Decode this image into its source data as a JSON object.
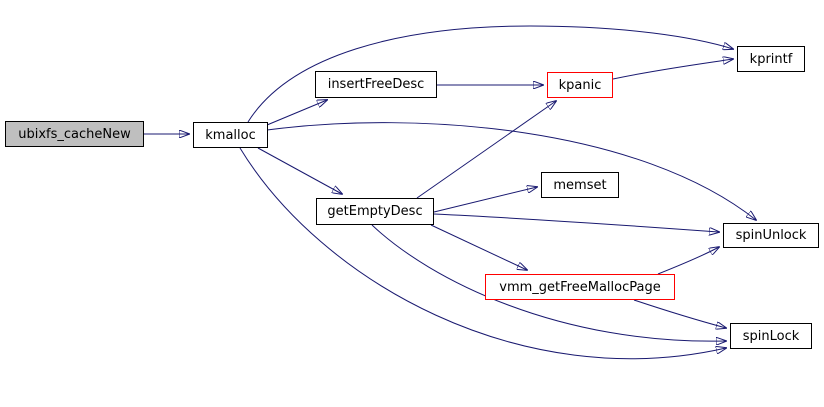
{
  "diagram": {
    "type": "call-graph",
    "colors": {
      "background": "#ffffff",
      "edge": "#191970",
      "node_border": "#000000",
      "highlight_border": "#ff0000",
      "focus_node_fill": "#bfbfbf",
      "text": "#000000"
    },
    "nodes": [
      {
        "id": "ubixfs_cacheNew",
        "label": "ubixfs_cacheNew",
        "style": "focus"
      },
      {
        "id": "kmalloc",
        "label": "kmalloc",
        "style": "normal"
      },
      {
        "id": "insertFreeDesc",
        "label": "insertFreeDesc",
        "style": "normal"
      },
      {
        "id": "kpanic",
        "label": "kpanic",
        "style": "highlight"
      },
      {
        "id": "kprintf",
        "label": "kprintf",
        "style": "normal"
      },
      {
        "id": "getEmptyDesc",
        "label": "getEmptyDesc",
        "style": "normal"
      },
      {
        "id": "memset",
        "label": "memset",
        "style": "normal"
      },
      {
        "id": "spinUnlock",
        "label": "spinUnlock",
        "style": "normal"
      },
      {
        "id": "vmm_getFreeMallocPage",
        "label": "vmm_getFreeMallocPage",
        "style": "highlight"
      },
      {
        "id": "spinLock",
        "label": "spinLock",
        "style": "normal"
      }
    ],
    "edges": [
      {
        "from": "ubixfs_cacheNew",
        "to": "kmalloc"
      },
      {
        "from": "kmalloc",
        "to": "kprintf"
      },
      {
        "from": "kmalloc",
        "to": "insertFreeDesc"
      },
      {
        "from": "kmalloc",
        "to": "spinUnlock"
      },
      {
        "from": "kmalloc",
        "to": "getEmptyDesc"
      },
      {
        "from": "kmalloc",
        "to": "spinLock"
      },
      {
        "from": "insertFreeDesc",
        "to": "kpanic"
      },
      {
        "from": "kpanic",
        "to": "kprintf"
      },
      {
        "from": "getEmptyDesc",
        "to": "kpanic"
      },
      {
        "from": "getEmptyDesc",
        "to": "memset"
      },
      {
        "from": "getEmptyDesc",
        "to": "spinUnlock"
      },
      {
        "from": "getEmptyDesc",
        "to": "vmm_getFreeMallocPage"
      },
      {
        "from": "getEmptyDesc",
        "to": "spinLock"
      },
      {
        "from": "vmm_getFreeMallocPage",
        "to": "spinUnlock"
      },
      {
        "from": "vmm_getFreeMallocPage",
        "to": "spinLock"
      }
    ]
  }
}
